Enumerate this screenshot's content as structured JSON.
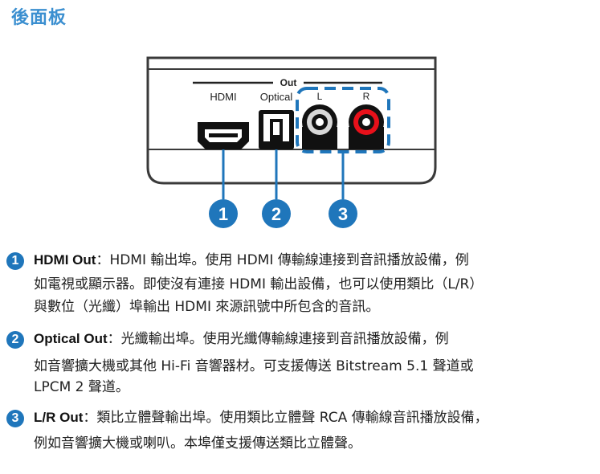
{
  "page": {
    "title": "後面板",
    "accent_color": "#1f76bb",
    "title_color": "#3b8fd0",
    "port_red": "#e8101a"
  },
  "device": {
    "out_label": "Out",
    "hdmi_label": "HDMI",
    "optical_label": "Optical",
    "left_label": "L",
    "right_label": "R"
  },
  "callouts": [
    "1",
    "2",
    "3"
  ],
  "descriptions": [
    {
      "number": "1",
      "term": "HDMI Out",
      "sep": "：",
      "lines": [
        "HDMI 輸出埠。使用 HDMI 傳輸線連接到音訊播放設備，例",
        "如電視或顯示器。即使沒有連接 HDMI 輸出設備，也可以使用類比（L/R）",
        "與數位（光纖）埠輸出 HDMI 來源訊號中所包含的音訊。"
      ]
    },
    {
      "number": "2",
      "term": "Optical Out",
      "sep": "：",
      "lines": [
        "光纖輸出埠。使用光纖傳輸線連接到音訊播放設備，例",
        "如音響擴大機或其他 Hi-Fi 音響器材。可支援傳送 Bitstream 5.1 聲道或",
        "LPCM 2 聲道。"
      ]
    },
    {
      "number": "3",
      "term": "L/R Out",
      "sep": "：",
      "lines": [
        "類比立體聲輸出埠。使用類比立體聲 RCA 傳輸線音訊播放設備，",
        "例如音響擴大機或喇叭。本埠僅支援傳送類比立體聲。"
      ]
    }
  ]
}
